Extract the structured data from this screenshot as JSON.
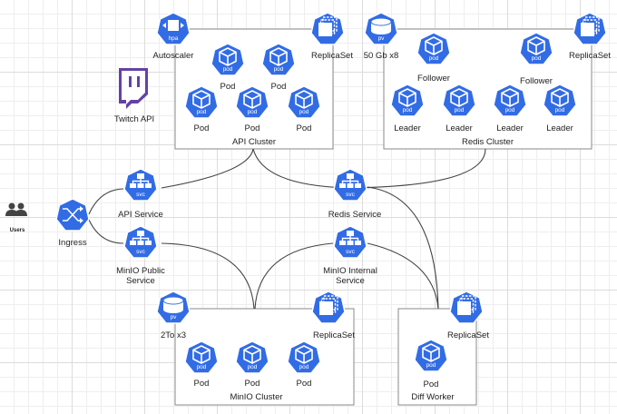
{
  "colors": {
    "k8s_blue": "#326ce5",
    "twitch_purple": "#6441a5",
    "line": "#444444",
    "box_border": "#8a8a8a"
  },
  "clusters": {
    "api": "API Cluster",
    "redis": "Redis Cluster",
    "minio": "MinIO Cluster",
    "diff": "Diff Worker"
  },
  "icon_text": {
    "hpa": "hpa",
    "pod": "pod",
    "pv": "pv",
    "svc": "svc"
  },
  "labels": {
    "autoscaler": "Autoscaler",
    "pod": "Pod",
    "replicaset": "ReplicaSet",
    "pv_50gb": "50 Gb x8",
    "follower": "Follower",
    "leader": "Leader",
    "twitch_api": "Twitch API",
    "users": "Users",
    "ingress": "Ingress",
    "api_service": "API Service",
    "redis_service": "Redis Service",
    "minio_public_service": "MinIO Public Service",
    "minio_internal_service": "MinIO Internal Service",
    "pv_2to": "2To x3"
  }
}
